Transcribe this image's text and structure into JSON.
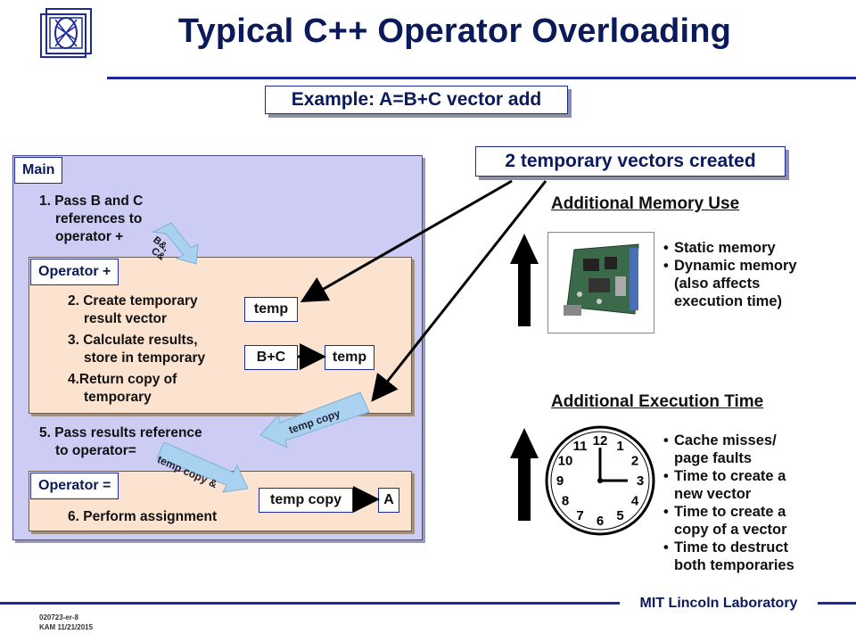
{
  "slide": {
    "title": "Typical C++ Operator Overloading",
    "example": "Example: A=B+C vector add",
    "temps_created": "2 temporary vectors created"
  },
  "main": {
    "tab": "Main",
    "step1": [
      "1. Pass B and C",
      "references to",
      "operator +"
    ],
    "step5": [
      "5. Pass results reference",
      "to operator="
    ],
    "ref_label": [
      "B&,",
      "C&"
    ]
  },
  "operator_plus": {
    "tab": "Operator +",
    "step2": [
      "2. Create temporary",
      "result vector"
    ],
    "step3": [
      "3. Calculate results,",
      "store in temporary"
    ],
    "step4": [
      "4.Return copy of",
      "temporary"
    ],
    "temp_cell": "temp",
    "sum_cell": "B+C",
    "temp_cell_2": "temp"
  },
  "operator_assign": {
    "tab": "Operator =",
    "step6": "6. Perform assignment",
    "copy_cell": "temp copy",
    "a_cell": "A"
  },
  "ribbons": {
    "temp_copy": "temp copy",
    "temp_copy_ref": "temp copy &"
  },
  "memory": {
    "heading": "Additional Memory Use",
    "bullets": [
      [
        "Static memory"
      ],
      [
        "Dynamic memory",
        "(also affects",
        "execution time)"
      ]
    ]
  },
  "execution": {
    "heading": "Additional Execution Time",
    "bullets": [
      [
        "Cache misses/",
        "page faults"
      ],
      [
        "Time to create a",
        "new vector"
      ],
      [
        "Time to create a",
        "copy of a vector"
      ],
      [
        "Time to destruct",
        "both temporaries"
      ]
    ]
  },
  "clock": {
    "numbers": [
      "12",
      "1",
      "2",
      "3",
      "4",
      "5",
      "6",
      "7",
      "8",
      "9",
      "10",
      "11"
    ]
  },
  "footer": {
    "lab": "MIT Lincoln Laboratory",
    "code": "020723-er-8",
    "author": "KAM 11/21/2015"
  },
  "colors": {
    "title": "#0a1a5a",
    "rule": "#1b2a9c",
    "main_bg": "#ccccf5",
    "op_bg": "#fce3cf",
    "ribbon": "#a9d2f0"
  }
}
